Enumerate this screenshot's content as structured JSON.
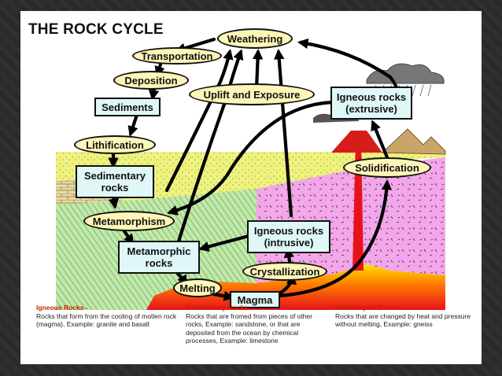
{
  "title": "THE ROCK CYCLE",
  "nodes": {
    "weathering": "Weathering",
    "transportation": "Transportation",
    "deposition": "Deposition",
    "sediments": "Sediments",
    "lithification": "Lithification",
    "sedimentary_1": "Sedimentary",
    "sedimentary_2": "rocks",
    "metamorphism": "Metamorphism",
    "metamorphic_1": "Metamorphic",
    "metamorphic_2": "rocks",
    "melting": "Melting",
    "magma": "Magma",
    "crystallization": "Crystallization",
    "igneous_intrusive_1": "Igneous rocks",
    "igneous_intrusive_2": "(intrusive)",
    "uplift": "Uplift and Exposure",
    "igneous_extrusive_1": "Igneous rocks",
    "igneous_extrusive_2": "(extrusive)",
    "solidification": "Solidification"
  },
  "legend": [
    {
      "heading": "Igneous Rocks -",
      "text": "Rocks that form from the cooling of motlen rock (magma), Example: granite and basalt"
    },
    {
      "heading": "Sedimentary Rocks -",
      "text": "Rocks that are fromed from pieces of other rocks, Example: sandstone, or that are deposited from the ocean by chemical processes, Example: limestone"
    },
    {
      "heading": "Metamorphic Rocks -",
      "text": "Rocks that are changed by heat and pressure without melting, Example: gneiss"
    }
  ],
  "colors": {
    "sediment_layer": "#ecf07a",
    "metamorphic_zone": "#b6e6a4",
    "igneous_zone": "#f19ae6",
    "magma_hot": "#e8121c",
    "magma_warm": "#ffcc00",
    "box_fill": "#dff7f6",
    "oval_fill": "#fdf6b8",
    "legend_heading": "#cc2200"
  }
}
